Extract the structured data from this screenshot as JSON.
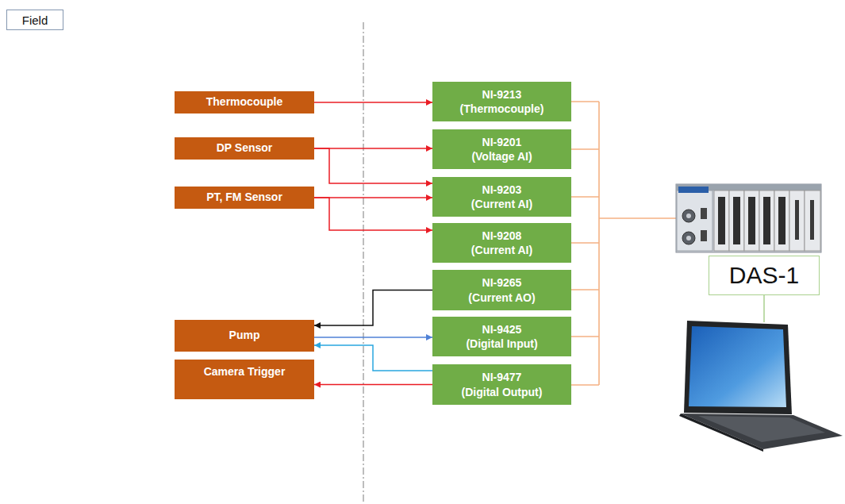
{
  "diagram": {
    "nodes": [
      {
        "text": [
          "Field"
        ]
      },
      {
        "text": [
          "Thermocouple"
        ]
      },
      {
        "text": [
          "DP Sensor"
        ]
      },
      {
        "text": [
          "PT, FM Sensor"
        ]
      },
      {
        "text": [
          "Pump"
        ]
      },
      {
        "text": [
          "Camera Trigger"
        ]
      },
      {
        "text": [
          "NI-9213",
          "(Thermocouple)"
        ]
      },
      {
        "text": [
          "NI-9201",
          "(Voltage AI)"
        ]
      },
      {
        "text": [
          "NI-9203",
          "(Current AI)"
        ]
      },
      {
        "text": [
          "NI-9208",
          "(Current AI)"
        ]
      },
      {
        "text": [
          "NI-9265",
          "(Current AO)"
        ]
      },
      {
        "text": [
          "NI-9425",
          "(Digital Input)"
        ]
      },
      {
        "text": [
          "NI-9477",
          "(Digital Output)"
        ]
      },
      {
        "text": [
          "DAS-1"
        ]
      }
    ],
    "edges": [
      {
        "from": 1,
        "to": 6,
        "arrow": "to"
      },
      {
        "from": 2,
        "to": 7,
        "arrow": "to"
      },
      {
        "from": 2,
        "to": 8,
        "arrow": "to"
      },
      {
        "from": 3,
        "to": 8,
        "arrow": "to"
      },
      {
        "from": 3,
        "to": 9,
        "arrow": "to"
      },
      {
        "from": 10,
        "to": 4,
        "arrow": "to"
      },
      {
        "from": 4,
        "to": 11,
        "arrow": "to"
      },
      {
        "from": 12,
        "to": 4,
        "arrow": "to"
      },
      {
        "from": 12,
        "to": 5,
        "arrow": "to"
      }
    ]
  }
}
